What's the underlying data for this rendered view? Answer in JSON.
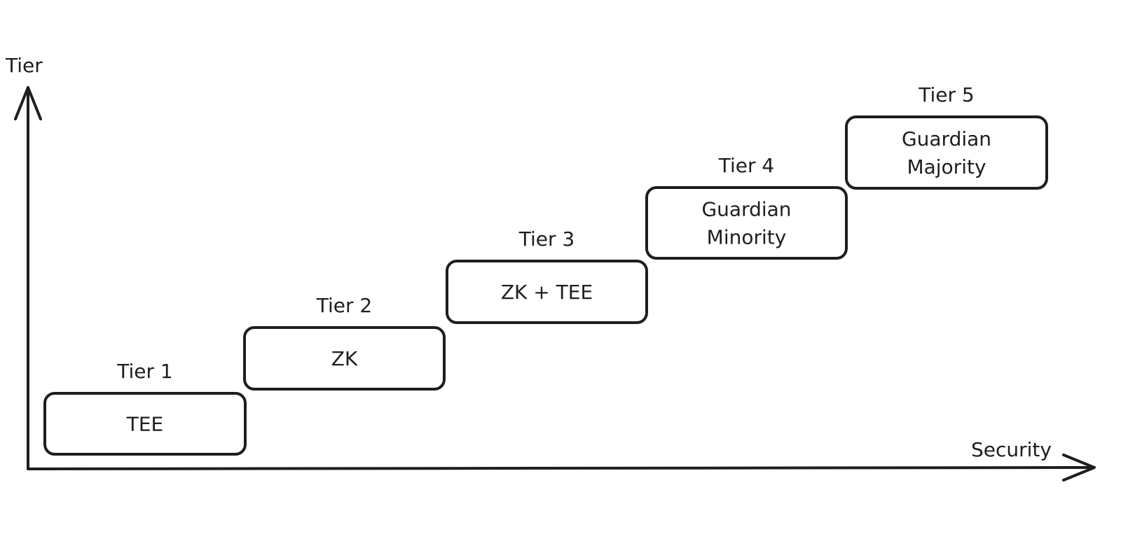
{
  "axes": {
    "y_label": "Tier",
    "x_label": "Security"
  },
  "tiers": [
    {
      "label": "Tier 1",
      "lines": [
        "TEE"
      ],
      "highlight": false
    },
    {
      "label": "Tier 2",
      "lines": [
        "ZK"
      ],
      "highlight": false
    },
    {
      "label": "Tier 3",
      "lines": [
        "ZK + TEE"
      ],
      "highlight": false
    },
    {
      "label": "Tier 4",
      "lines": [
        "Guardian",
        "Minority"
      ],
      "highlight": false
    },
    {
      "label": "Tier 5",
      "lines": [
        "Guardian",
        "Majority"
      ],
      "highlight": true
    }
  ],
  "colors": {
    "stroke": "#1e1e1e",
    "highlight_hatch": "#f4a6a6",
    "box_fill": "#ffffff"
  }
}
